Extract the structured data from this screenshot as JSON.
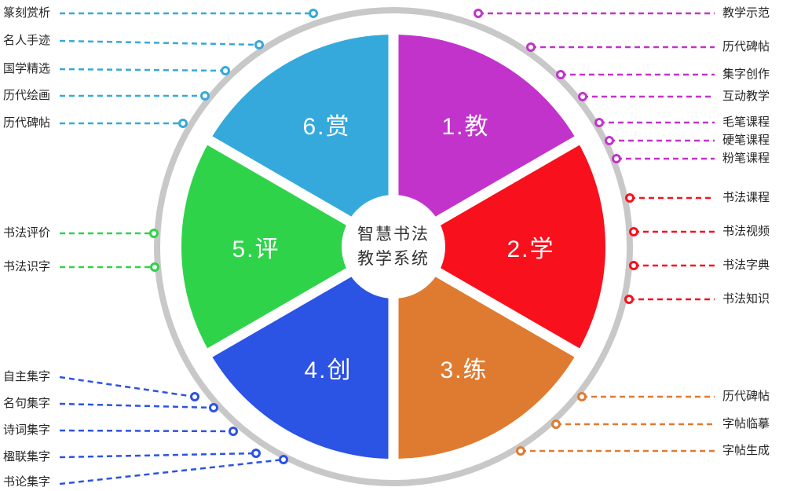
{
  "title": "智慧书法教学系统",
  "colors": {
    "background": "#ffffff",
    "ring": "#c8c8c8",
    "label_text": "#262626",
    "segment_text": "#ffffff",
    "center_text": "#333333"
  },
  "wheel": {
    "center_line1": "智慧书法",
    "center_line2": "教学系统",
    "segments": [
      {
        "id": "teach",
        "label": "1.教",
        "color": "#c233cc"
      },
      {
        "id": "learn",
        "label": "2.学",
        "color": "#f8101d"
      },
      {
        "id": "practice",
        "label": "3.练",
        "color": "#df7b30"
      },
      {
        "id": "create",
        "label": "4.创",
        "color": "#2b53e4"
      },
      {
        "id": "evaluate",
        "label": "5.评",
        "color": "#2fd34a"
      },
      {
        "id": "appreciate",
        "label": "6.赏",
        "color": "#35a9dc"
      }
    ]
  },
  "labels": {
    "appreciate": [
      "篆刻赏析",
      "名人手迹",
      "国学精选",
      "历代绘画",
      "历代碑帖"
    ],
    "teach": [
      "教学示范",
      "历代碑帖",
      "集字创作",
      "互动教学",
      "毛笔课程",
      "硬笔课程",
      "粉笔课程"
    ],
    "learn": [
      "书法课程",
      "书法视频",
      "书法字典",
      "书法知识"
    ],
    "practice": [
      "历代碑帖",
      "字帖临摹",
      "字帖生成"
    ],
    "evaluate": [
      "书法评价",
      "书法识字"
    ],
    "create": [
      "自主集字",
      "名句集字",
      "诗词集字",
      "楹联集字",
      "书论集字"
    ]
  }
}
